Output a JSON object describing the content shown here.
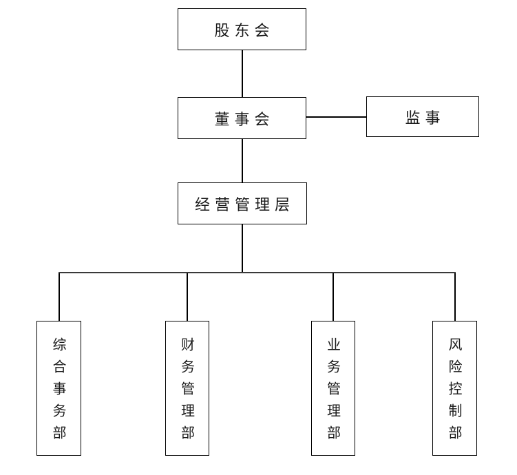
{
  "diagram": {
    "type": "org-chart",
    "nodes": {
      "shareholders": {
        "label": "股东会"
      },
      "board": {
        "label": "董事会"
      },
      "supervisor": {
        "label": "监事"
      },
      "management": {
        "label": "经营管理层"
      },
      "dept_general": {
        "label": "综合事务部",
        "orientation": "vertical"
      },
      "dept_finance": {
        "label": "财务管理部",
        "orientation": "vertical"
      },
      "dept_business": {
        "label": "业务管理部",
        "orientation": "vertical"
      },
      "dept_risk": {
        "label": "风险控制部",
        "orientation": "vertical"
      }
    },
    "edges": [
      {
        "from": "股东会",
        "to": "董事会"
      },
      {
        "from": "董事会",
        "to": "监事"
      },
      {
        "from": "董事会",
        "to": "经营管理层"
      },
      {
        "from": "经营管理层",
        "to": "综合事务部"
      },
      {
        "from": "经营管理层",
        "to": "财务管理部"
      },
      {
        "from": "经营管理层",
        "to": "业务管理部"
      },
      {
        "from": "经营管理层",
        "to": "风险控制部"
      }
    ],
    "colors": {
      "background": "#ffffff",
      "box_border": "#000000",
      "text": "#1a1a1a",
      "connector": "#000000",
      "trunk_line": "#3a3a3a"
    }
  }
}
